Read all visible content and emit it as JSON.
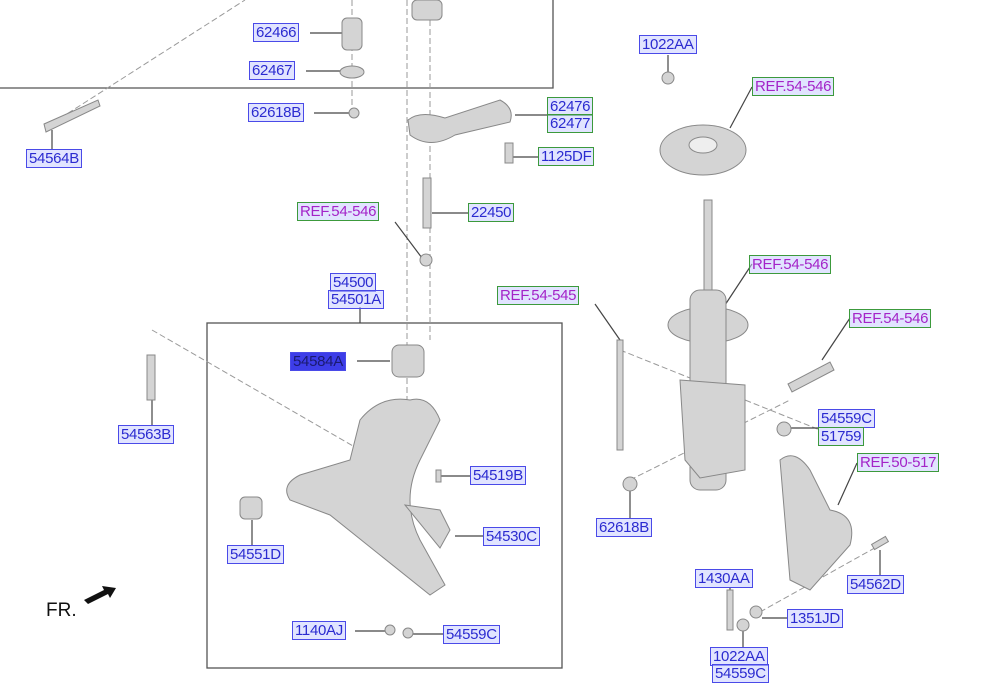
{
  "labels": {
    "p62466": "62466",
    "p62467": "62467",
    "p62618b_top": "62618B",
    "p54564b": "54564B",
    "p1022aa_top": "1022AA",
    "ref_top_right": "REF.54-546",
    "p62476": "62476",
    "p62477": "62477",
    "p1125df": "1125DF",
    "ref_mid_left": "REF.54-546",
    "p22450": "22450",
    "ref_strut": "REF.54-546",
    "ref_stabilizer": "REF.54-545",
    "p54500": "54500",
    "p54501a": "54501A",
    "ref_bolt": "REF.54-546",
    "p54584a": "54584A",
    "p54563b": "54563B",
    "p54559c_right": "54559C",
    "p51759": "51759",
    "ref_knuckle": "REF.50-517",
    "p54519b": "54519B",
    "p54530c": "54530C",
    "p54551d": "54551D",
    "p62618b_bottom": "62618B",
    "p1430aa": "1430AA",
    "p54562d": "54562D",
    "p1351jd": "1351JD",
    "p1140aj": "1140AJ",
    "p54559c_bottom": "54559C",
    "p1022aa_bottom": "1022AA",
    "p54559c_last": "54559C"
  },
  "direction": {
    "label": "FR."
  },
  "colors": {
    "label_border": "#4a4ae8",
    "ref_text": "#a424c8",
    "highlight": "#3d3de8",
    "green_border": "#3c9a3c"
  }
}
